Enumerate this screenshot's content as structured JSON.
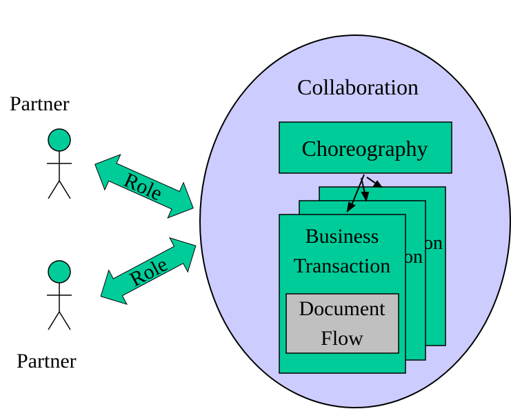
{
  "partners": {
    "top_label": "Partner",
    "bottom_label": "Partner"
  },
  "roles": {
    "top_label": "Role",
    "bottom_label": "Role"
  },
  "collaboration": {
    "title": "Collaboration",
    "choreography_label": "Choreography",
    "business_transaction_label_line1": "Business",
    "business_transaction_label_line2": "Transaction",
    "document_flow_line1": "Document",
    "document_flow_line2": "Flow",
    "stack_partial_text_a": "on",
    "stack_partial_text_b": "on"
  },
  "colors": {
    "ellipse_fill": "#ccccff",
    "box_fill": "#00cc99",
    "document_fill": "#c0c0c0",
    "stroke": "#000000"
  }
}
